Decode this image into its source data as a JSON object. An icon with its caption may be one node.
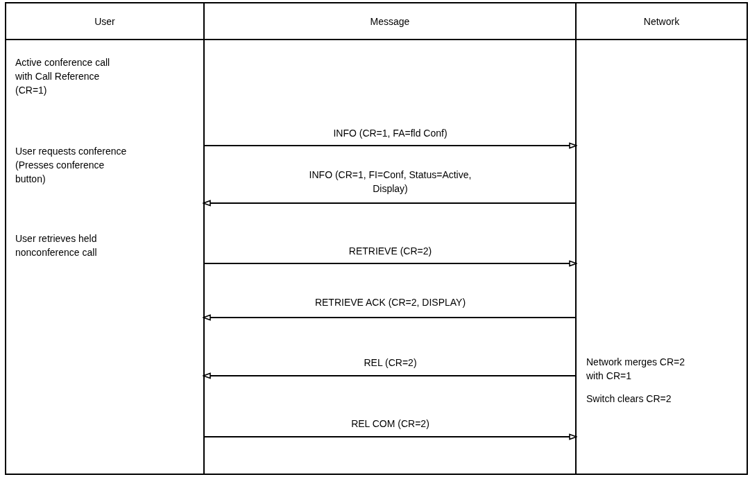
{
  "diagram": {
    "nodes": [
      {
        "text": [
          "User",
          "Active conference call with Call Reference (CR=1)",
          "User requests conference (Presses conference button)",
          "User retrieves held nonconference call"
        ]
      },
      {
        "text": [
          "Network",
          "Network merges CR=2 with CR=1",
          "Switch clears CR=2"
        ]
      }
    ],
    "edges": [
      {
        "from": 0,
        "to": 1,
        "arrow": "to",
        "label": "INFO (CR=1, FA=fld Conf)"
      },
      {
        "from": 1,
        "to": 0,
        "arrow": "to",
        "label": "INFO (CR=1, FI=Conf, Status=Active, Display)"
      },
      {
        "from": 0,
        "to": 1,
        "arrow": "to",
        "label": "RETRIEVE (CR=2)"
      },
      {
        "from": 1,
        "to": 0,
        "arrow": "to",
        "label": "RETRIEVE ACK (CR=2, DISPLAY)"
      },
      {
        "from": 1,
        "to": 0,
        "arrow": "to",
        "label": "REL (CR=2)"
      },
      {
        "from": 0,
        "to": 1,
        "arrow": "to",
        "label": "REL COM (CR=2)"
      }
    ],
    "labels": [
      "Message"
    ]
  }
}
